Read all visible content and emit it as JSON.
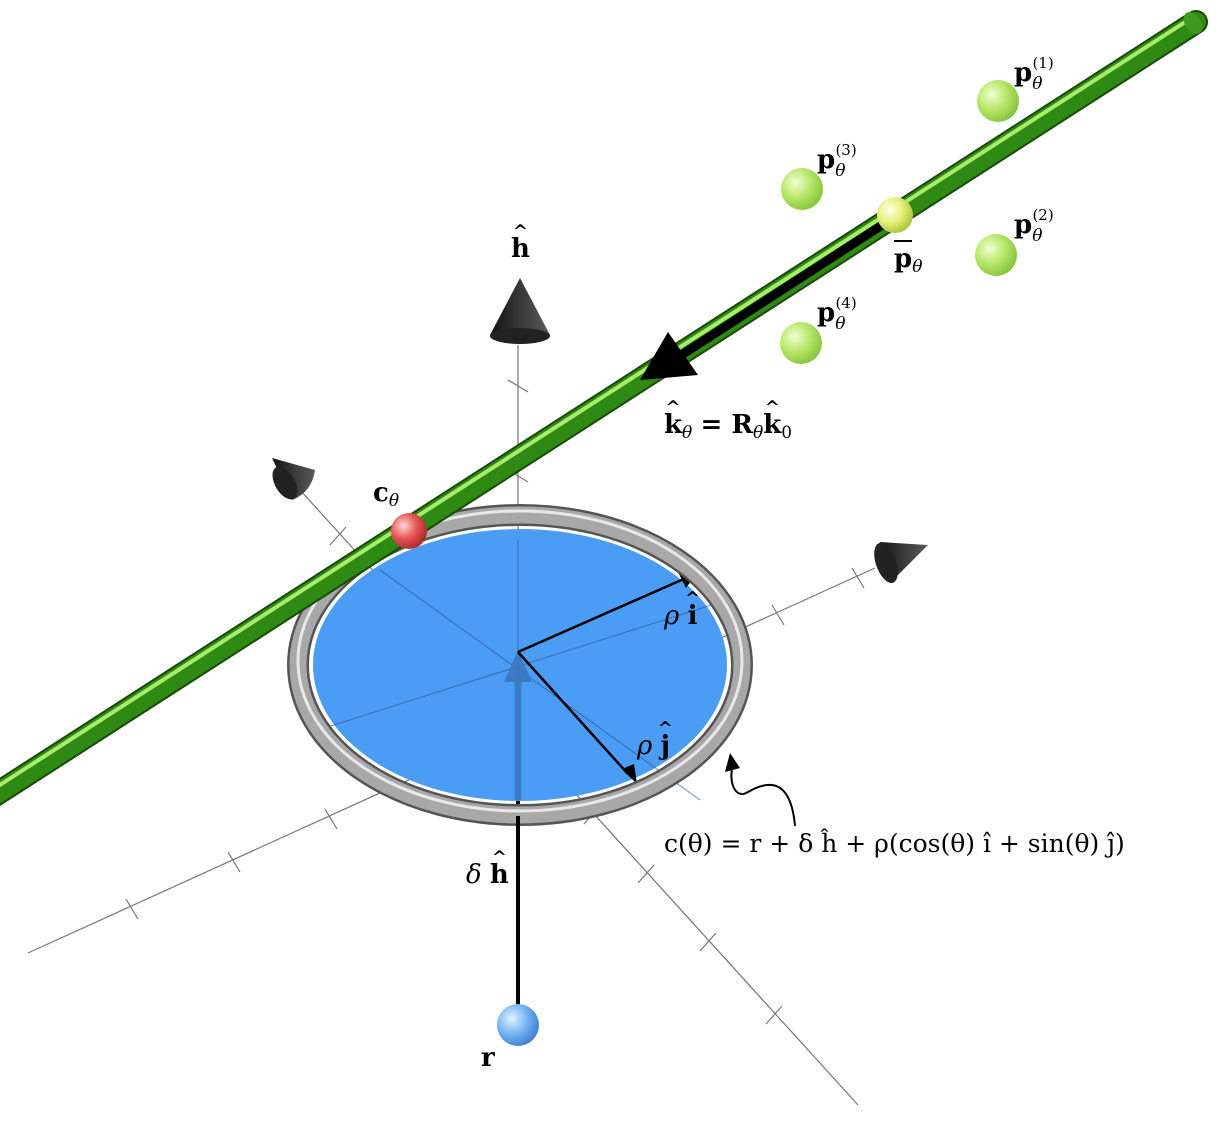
{
  "labels": {
    "h_axis": "h",
    "c_theta": "c",
    "theta": "θ",
    "p": "p",
    "p1_sup": "(1)",
    "p2_sup": "(2)",
    "p3_sup": "(3)",
    "p4_sup": "(4)",
    "pbar": "p",
    "k_eq_k": "k",
    "k_eq_R": "= R",
    "k_eq_k2": "k",
    "k_eq_0": "0",
    "rho_i_rho": "ρ",
    "rho_i_i": "i",
    "rho_j_rho": "ρ",
    "rho_j_j": "j",
    "delta_h_delta": "δ",
    "delta_h_h": "h",
    "r": "r",
    "circle_eq": "c(θ) = r + δ ĥ + ρ(cos(θ) î + sin(θ) ĵ)"
  },
  "colors": {
    "tube": "#2f8a14",
    "disk": "#4b9cf5",
    "ring": "#a8a8a8",
    "sample_points": "#b9e86a",
    "mean_point": "#e9f58a",
    "c_point": "#e85858",
    "r_point": "#7ab8f5",
    "axes": "#777777",
    "cones": "#2a2a2a"
  }
}
